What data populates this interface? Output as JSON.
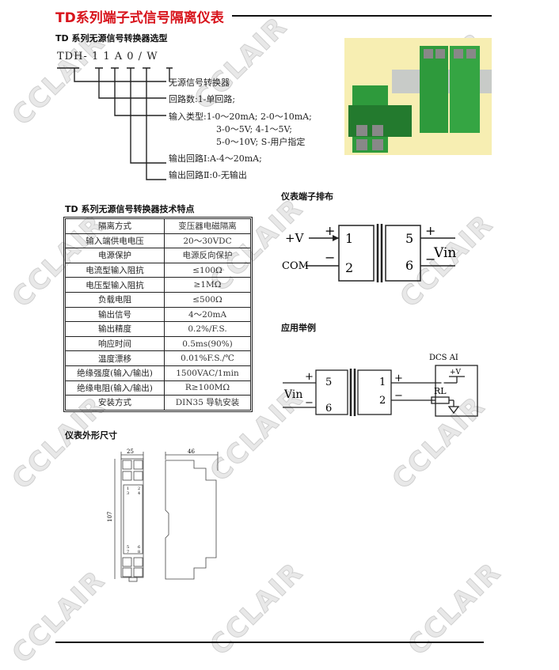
{
  "title": "TD系列端子式信号隔离仪表",
  "selection": {
    "heading": "TD 系列无源信号转换器选型",
    "model_code": "TDH- 1 1 A 0 / W",
    "options": [
      "无源信号转换器",
      "回路数:1-单回路;",
      "输入类型:1-0～20mA; 2-0～10mA;",
      "3-0～5V;   4-1～5V;",
      "5-0～10V; S-用户指定",
      "输出回路Ⅰ:A-4～20mA;",
      "输出回路Ⅱ:0-无输出"
    ]
  },
  "specs": {
    "heading": "TD 系列无源信号转换器技术特点",
    "rows": [
      [
        "隔离方式",
        "变压器电磁隔离"
      ],
      [
        "输入端供电电压",
        "20～30VDC"
      ],
      [
        "电源保护",
        "电源反向保护"
      ],
      [
        "电流型输入阻抗",
        "≤100Ω"
      ],
      [
        "电压型输入阻抗",
        "≥1MΩ"
      ],
      [
        "负载电阻",
        "≤500Ω"
      ],
      [
        "输出信号",
        "4～20mA"
      ],
      [
        "输出精度",
        "0.2%/F.S."
      ],
      [
        "响应时间",
        "0.5ms(90%)"
      ],
      [
        "温度漂移",
        "0.01%F.S./℃"
      ],
      [
        "绝缘强度(输入/输出)",
        "1500VAC/1min"
      ],
      [
        "绝缘电阻(输入/输出)",
        "R≥100MΩ"
      ],
      [
        "安装方式",
        "DIN35 导轨安装"
      ]
    ]
  },
  "terminals": {
    "heading": "仪表端子排布",
    "plus_v": "+V",
    "com": "COM",
    "plus": "+",
    "minus": "−",
    "t1": "1",
    "t2": "2",
    "t5": "5",
    "t6": "6",
    "vin": "Vin"
  },
  "application": {
    "heading": "应用举例",
    "dcs": "DCS  AI",
    "plus_v": "+V",
    "rl": "RL",
    "vin": "Vin",
    "plus": "+",
    "minus": "−",
    "t1": "1",
    "t2": "2",
    "t5": "5",
    "t6": "6"
  },
  "dimensions": {
    "heading": "仪表外形尺寸",
    "width": "25",
    "depth": "46",
    "height": "107",
    "pins_top": [
      "1",
      "2",
      "3",
      "4"
    ],
    "pins_bottom": [
      "5",
      "6",
      "7",
      "8"
    ]
  },
  "watermark": "CCLAIR",
  "colors": {
    "title": "#d8141c",
    "photo_bg": "#f7eeb2",
    "module_green": "#2e9a3c"
  }
}
